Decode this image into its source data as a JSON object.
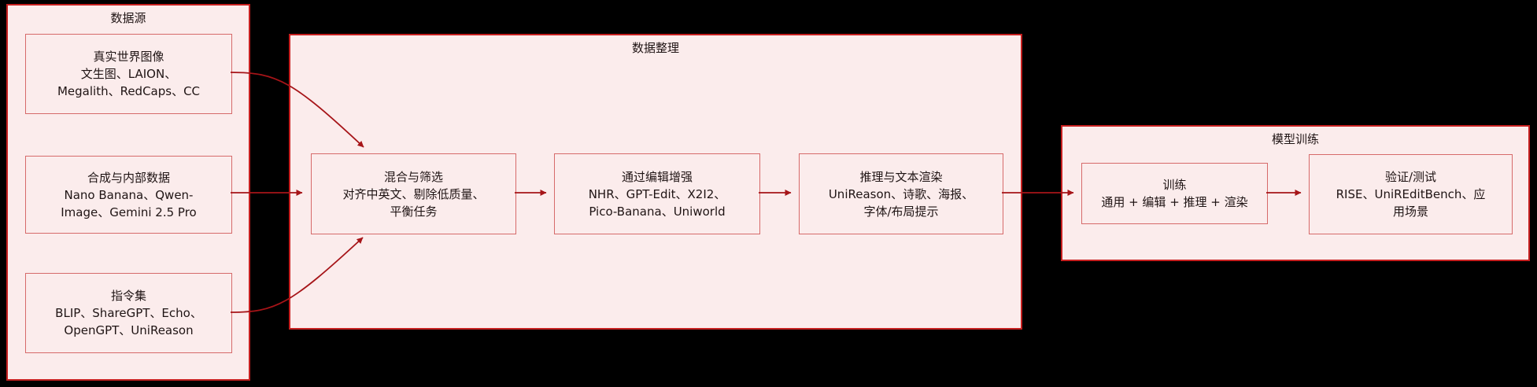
{
  "colors": {
    "background": "#000000",
    "container_fill": "#fbecec",
    "container_border": "#c62020",
    "node_fill": "#fbecec",
    "node_border": "#d66a6a",
    "arrow": "#a61418",
    "text": "#1f1414"
  },
  "diagram": {
    "groups": [
      {
        "title": "数据源",
        "nodes": [
          {
            "lines": [
              "真实世界图像",
              "文生图、LAION、",
              "Megalith、RedCaps、CC"
            ]
          },
          {
            "lines": [
              "合成与内部数据",
              "Nano Banana、Qwen-",
              "Image、Gemini 2.5 Pro"
            ]
          },
          {
            "lines": [
              "指令集",
              "BLIP、ShareGPT、Echo、",
              "OpenGPT、UniReason"
            ]
          }
        ]
      },
      {
        "title": "数据整理",
        "nodes": [
          {
            "lines": [
              "混合与筛选",
              "对齐中英文、剔除低质量、",
              "平衡任务"
            ]
          },
          {
            "lines": [
              "通过编辑增强",
              "NHR、GPT-Edit、X2I2、",
              "Pico-Banana、Uniworld"
            ]
          },
          {
            "lines": [
              "推理与文本渲染",
              "UniReason、诗歌、海报、",
              "字体/布局提示"
            ]
          }
        ]
      },
      {
        "title": "模型训练",
        "nodes": [
          {
            "lines": [
              "训练",
              "通用 + 编辑 + 推理 + 渲染"
            ]
          },
          {
            "lines": [
              "验证/测试",
              "RISE、UniREditBench、应",
              "用场景"
            ]
          }
        ]
      }
    ],
    "edges": [
      {
        "from": "真实世界图像",
        "to": "混合与筛选"
      },
      {
        "from": "合成与内部数据",
        "to": "混合与筛选"
      },
      {
        "from": "指令集",
        "to": "混合与筛选"
      },
      {
        "from": "混合与筛选",
        "to": "通过编辑增强"
      },
      {
        "from": "通过编辑增强",
        "to": "推理与文本渲染"
      },
      {
        "from": "推理与文本渲染",
        "to": "训练"
      },
      {
        "from": "训练",
        "to": "验证/测试"
      }
    ]
  }
}
